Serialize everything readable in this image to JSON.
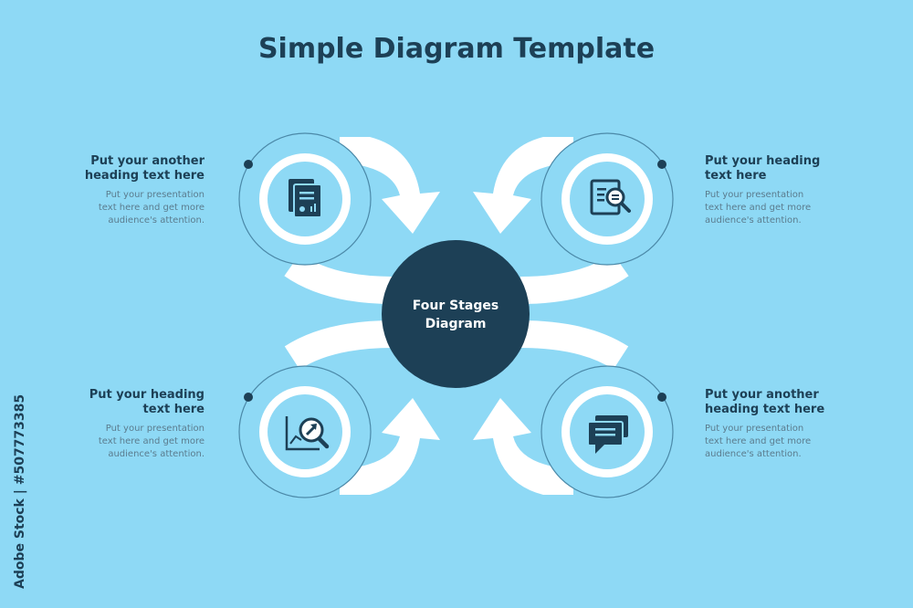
{
  "title": "Simple Diagram Template",
  "center": {
    "line1": "Four Stages",
    "line2": "Diagram"
  },
  "stages": [
    {
      "heading1": "Put your another",
      "heading2": "heading text here",
      "icon": "document-report-icon",
      "body": [
        "Put your presentation",
        "text here and get more",
        "audience's attention."
      ]
    },
    {
      "heading1": "Put your heading",
      "heading2": "text here",
      "icon": "document-search-icon",
      "body": [
        "Put your presentation",
        "text here and get more",
        "audience's attention."
      ]
    },
    {
      "heading1": "Put your heading",
      "heading2": "text here",
      "icon": "chart-magnifier-icon",
      "body": [
        "Put your presentation",
        "text here and get more",
        "audience's attention."
      ]
    },
    {
      "heading1": "Put your another",
      "heading2": "heading text here",
      "icon": "chat-bubbles-icon",
      "body": [
        "Put your presentation",
        "text here and get more",
        "audience's attention."
      ]
    }
  ],
  "watermark_side": "Adobe Stock | #507773385",
  "colors": {
    "background": "#8ed9f5",
    "dark": "#1d4056",
    "ring": "#5fa6c8",
    "white": "#ffffff"
  }
}
